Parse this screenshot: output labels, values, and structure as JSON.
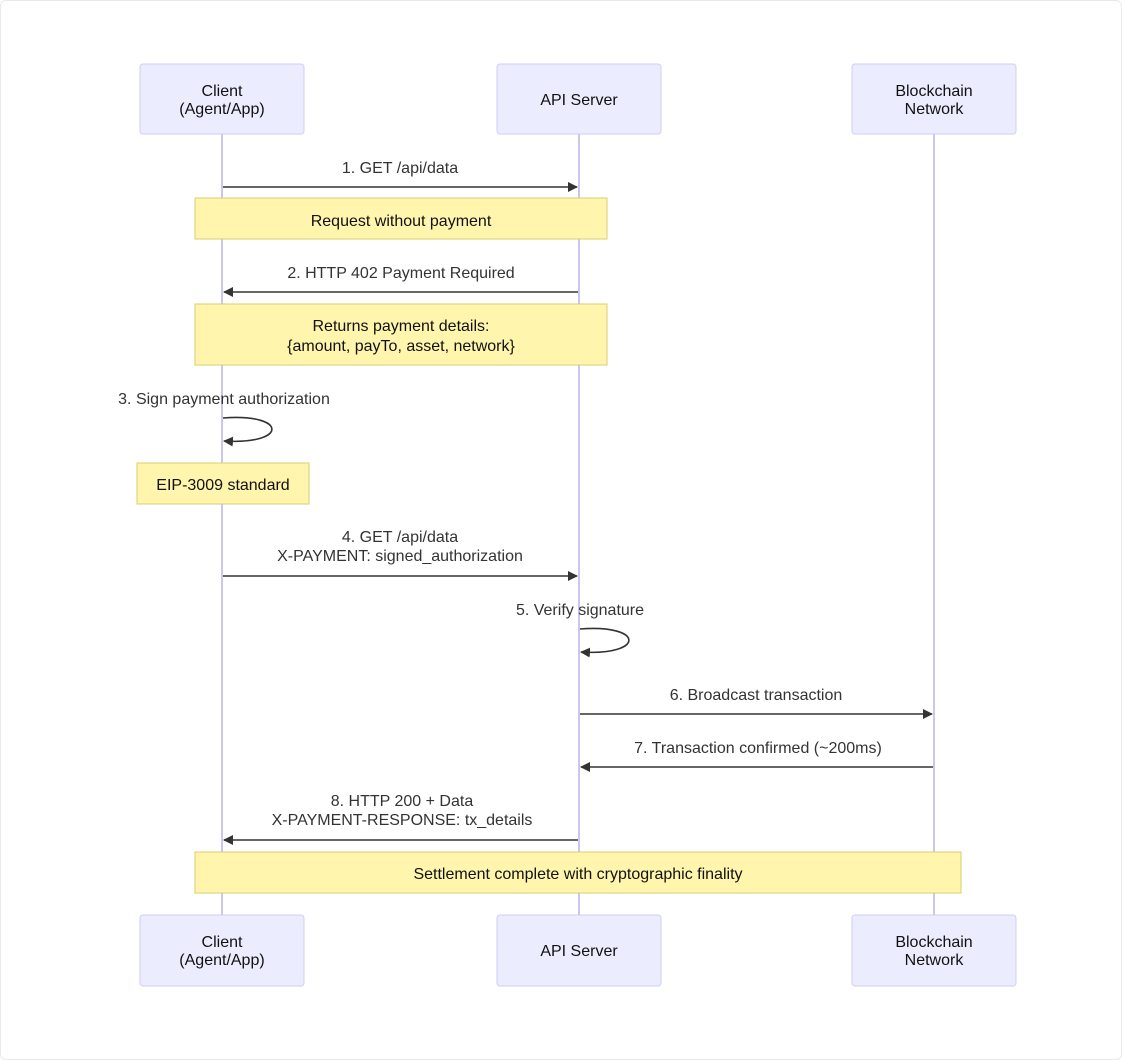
{
  "colors": {
    "actor_fill": "#ececff",
    "actor_border": "#cfcdf5",
    "lifeline": "#c9c7ec",
    "note_fill": "#fff5ad",
    "note_border": "#d7cf73",
    "arrow": "#333333",
    "text": "#333333"
  },
  "actors": {
    "client": {
      "line1": "Client",
      "line2": "(Agent/App)"
    },
    "api": {
      "line1": "API Server",
      "line2": ""
    },
    "chain": {
      "line1": "Blockchain",
      "line2": "Network"
    }
  },
  "messages": {
    "m1": {
      "line1": "1. GET /api/data",
      "line2": ""
    },
    "m2": {
      "line1": "2. HTTP 402 Payment Required",
      "line2": ""
    },
    "m3": {
      "line1": "3. Sign payment authorization",
      "line2": ""
    },
    "m4": {
      "line1": "4. GET /api/data",
      "line2": "X-PAYMENT: signed_authorization"
    },
    "m5": {
      "line1": "5. Verify signature",
      "line2": ""
    },
    "m6": {
      "line1": "6. Broadcast transaction",
      "line2": ""
    },
    "m7": {
      "line1": "7. Transaction confirmed (~200ms)",
      "line2": ""
    },
    "m8": {
      "line1": "8. HTTP 200 + Data",
      "line2": "X-PAYMENT-RESPONSE: tx_details"
    }
  },
  "notes": {
    "n1": {
      "line1": "Request without payment",
      "line2": ""
    },
    "n2": {
      "line1": "Returns payment details:",
      "line2": "{amount, payTo, asset, network}"
    },
    "n3": {
      "line1": "EIP-3009 standard",
      "line2": ""
    },
    "n4": {
      "line1": "Settlement complete with cryptographic finality",
      "line2": ""
    }
  }
}
